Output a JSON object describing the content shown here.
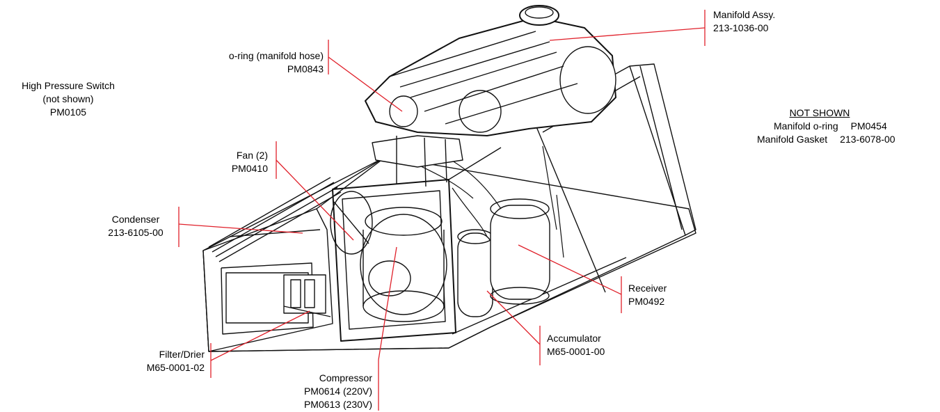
{
  "callouts": {
    "manifold_assy": {
      "name": "Manifold Assy.",
      "part": "213-1036-00"
    },
    "oring_hose": {
      "name": "o-ring (manifold hose)",
      "part": "PM0843"
    },
    "hps": {
      "name": "High Pressure Switch",
      "note": "(not shown)",
      "part": "PM0105"
    },
    "fan": {
      "name": "Fan (2)",
      "part": "PM0410"
    },
    "condenser": {
      "name": "Condenser",
      "part": "213-6105-00"
    },
    "filter": {
      "name": "Filter/Drier",
      "part": "M65-0001-02"
    },
    "compressor": {
      "name": "Compressor",
      "part_220": "PM0614 (220V)",
      "part_230": "PM0613 (230V)"
    },
    "accumulator": {
      "name": "Accumulator",
      "part": "M65-0001-00"
    },
    "receiver": {
      "name": "Receiver",
      "part": "PM0492"
    }
  },
  "not_shown": {
    "heading": "NOT SHOWN",
    "items": [
      {
        "name": "Manifold o-ring",
        "part": "PM0454"
      },
      {
        "name": "Manifold Gasket",
        "part": "213-6078-00"
      }
    ]
  },
  "colors": {
    "leader": "#e0202a",
    "drawing": "#111111"
  }
}
